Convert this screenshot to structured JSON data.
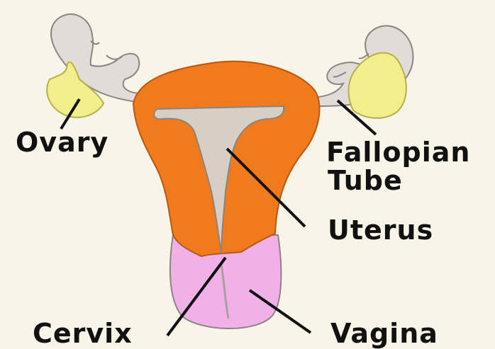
{
  "labels": {
    "ovary": "Ovary",
    "fallopian_line1": "Fallopian",
    "fallopian_line2": "Tube",
    "uterus": "Uterus",
    "cervix": "Cervix",
    "vagina": "Vagina"
  },
  "colors": {
    "background": "#f8f4e8",
    "uterus": "#f07a1c",
    "cavity": "#d8cfc4",
    "tube": "#e2dcd8",
    "ovary": "#f0ef8c",
    "vagina": "#f2b0e8",
    "text": "#111111",
    "pointer": "#111111"
  }
}
